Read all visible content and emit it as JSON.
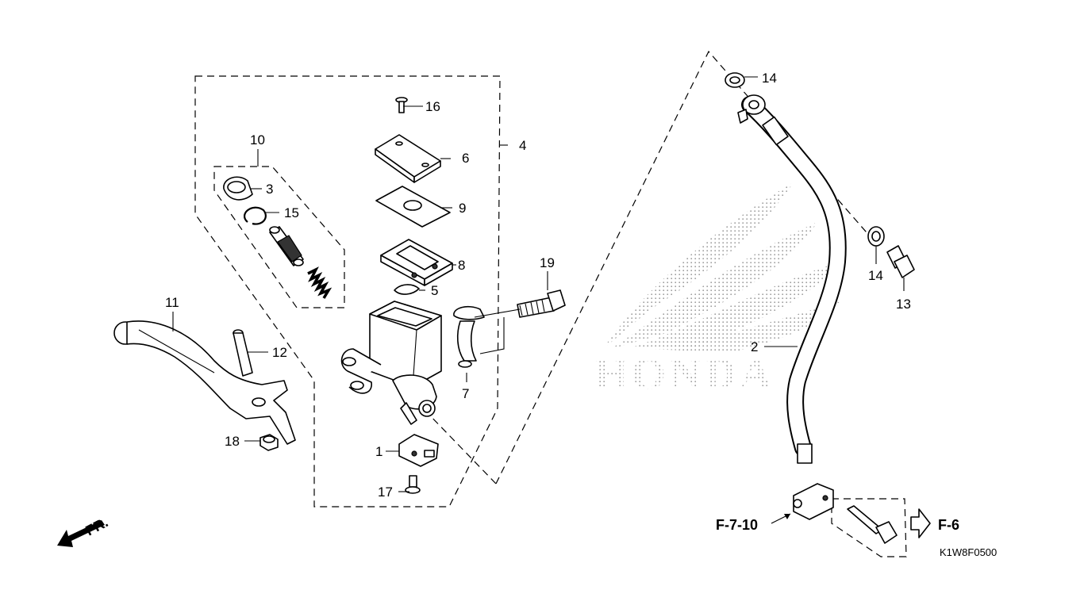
{
  "labels": {
    "p1": "1",
    "p2": "2",
    "p3": "3",
    "p4": "4",
    "p5": "5",
    "p6": "6",
    "p7": "7",
    "p8": "8",
    "p9": "9",
    "p10": "10",
    "p11": "11",
    "p12": "12",
    "p13": "13",
    "p14a": "14",
    "p14b": "14",
    "p15": "15",
    "p16": "16",
    "p17": "17",
    "p18": "18",
    "p19": "19"
  },
  "refs": {
    "left": "F-7-10",
    "right": "F-6",
    "front": "FR."
  },
  "watermark": "HONDA",
  "diagram_code": "K1W8F0500"
}
